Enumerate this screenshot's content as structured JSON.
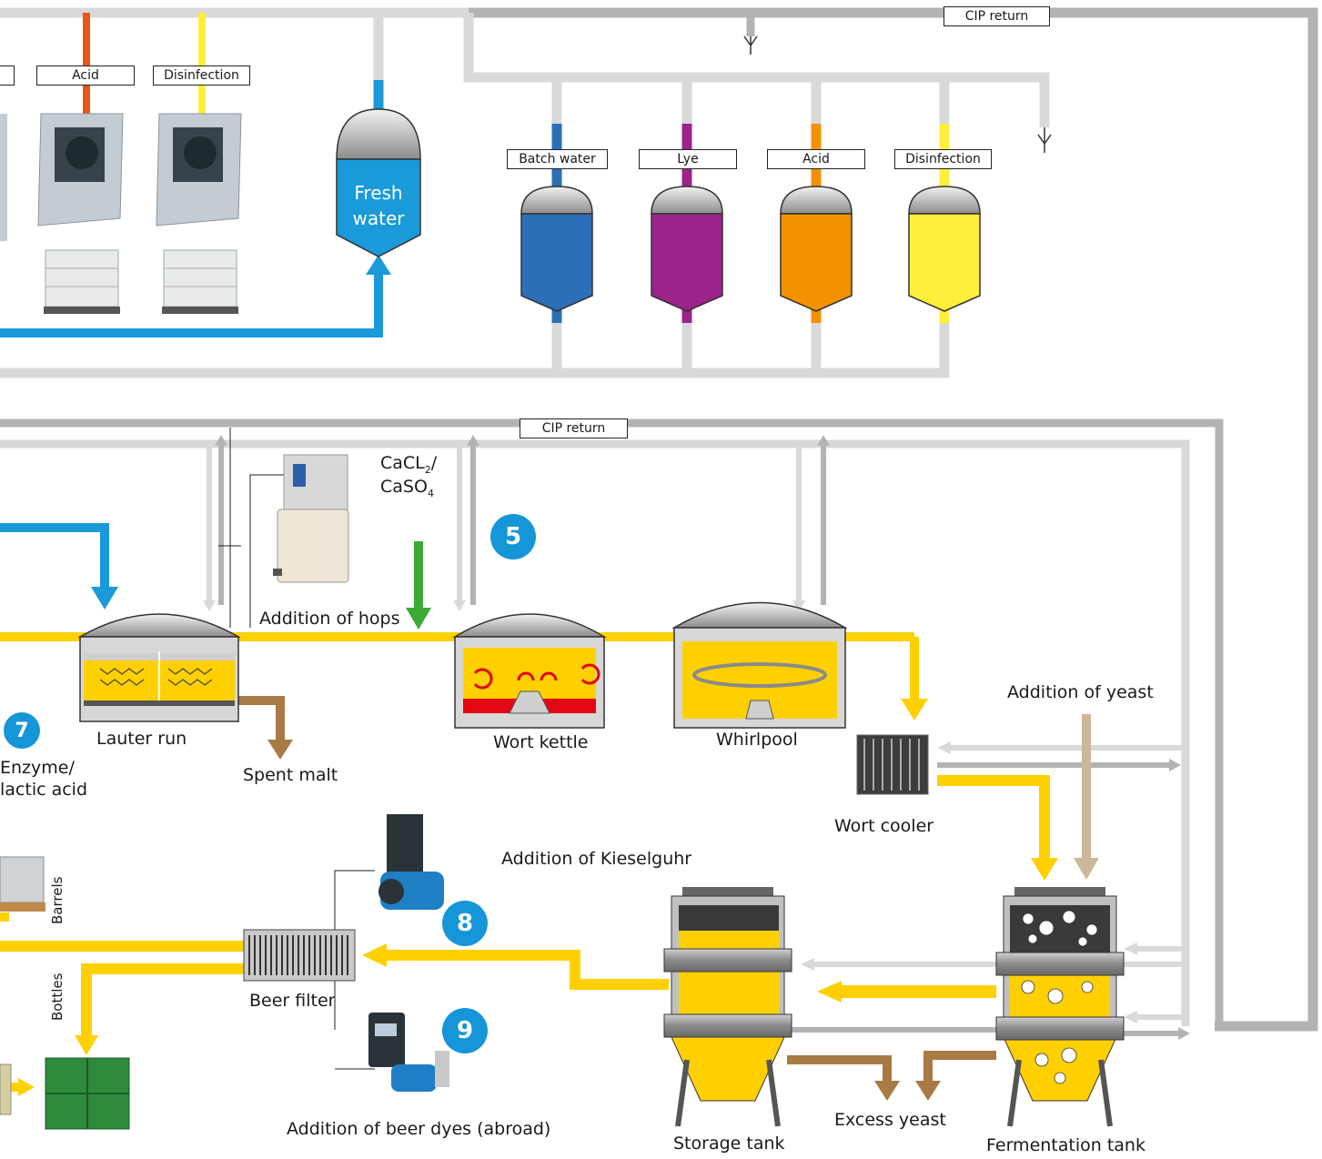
{
  "labels": {
    "cip_return_top": "CIP return",
    "cip_return_mid": "CIP return",
    "dosing_acid": "Acid",
    "dosing_disinfection": "Disinfection",
    "fresh_water": "Fresh water",
    "tank_batch_water": "Batch water",
    "tank_lye": "Lye",
    "tank_acid": "Acid",
    "tank_disinfection": "Disinfection",
    "cacl_line1": "CaCL",
    "cacl_sub1": "2",
    "cacl_slash": "/",
    "caso_line2": "CaSO",
    "caso_sub2": "4",
    "addition_of_hops": "Addition of hops",
    "lauter_run": "Lauter run",
    "spent_malt": "Spent malt",
    "enzyme_line1": "Enzyme/",
    "enzyme_line2": "lactic acid",
    "wort_kettle": "Wort kettle",
    "whirlpool": "Whirlpool",
    "addition_of_yeast": "Addition of yeast",
    "wort_cooler": "Wort cooler",
    "addition_of_kieselguhr": "Addition of Kieselguhr",
    "barrels": "Barrels",
    "bottles": "Bottles",
    "beer_filter": "Beer filter",
    "addition_of_beer_dyes": "Addition of beer dyes (abroad)",
    "storage_tank": "Storage tank",
    "excess_yeast": "Excess yeast",
    "fermentation_tank": "Fermentation tank"
  },
  "badges": {
    "b5": "5",
    "b7": "7",
    "b8": "8",
    "b9": "9"
  },
  "colors": {
    "pipe_gray": "#b3b3b3",
    "pipe_light": "#d9d9d9",
    "water_blue": "#1a9ad9",
    "batch_blue": "#2a6fb8",
    "lye_purple": "#9b2389",
    "acid_orange": "#f29200",
    "acid_pipe": "#e8561c",
    "disinfection_yellow": "#ffef3a",
    "beer_yellow": "#ffd000",
    "malt_brown": "#a87a45",
    "yeast_tan": "#cbb89a",
    "hops_green": "#3aa935",
    "badge_blue": "#1596d8"
  }
}
